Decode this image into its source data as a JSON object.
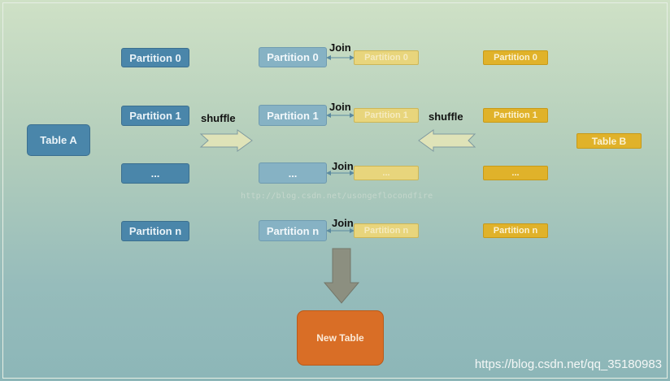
{
  "diagram": {
    "table_a": "Table A",
    "table_b": "Table B",
    "new_table": "New Table",
    "shuffle_left": "shuffle",
    "shuffle_right": "shuffle",
    "join_label": "Join",
    "left_partitions": [
      "Partition 0",
      "Partition 1",
      "...",
      "Partition n"
    ],
    "middle_partitions": [
      "Partition 0",
      "Partition 1",
      "...",
      "Partition n"
    ],
    "middle_right_partitions": [
      "Partition 0",
      "Partition 1",
      "...",
      "Partition  n"
    ],
    "right_partitions": [
      "Partition 0",
      "Partition 1",
      "...",
      "Partition  n"
    ],
    "watermark": "http://blog.csdn.net/usongeflocondfire",
    "credit": "https://blog.csdn.net/qq_35180983"
  },
  "colors": {
    "table_a_blue": "#4a86aa",
    "shuffled_blue": "#86b2c4",
    "shuffled_yellow": "#e8d57c",
    "table_b_yellow": "#e0b22a",
    "new_table_orange": "#d96e26",
    "shuffle_arrow": "#dfe3b8",
    "down_arrow": "#8c8f80"
  }
}
